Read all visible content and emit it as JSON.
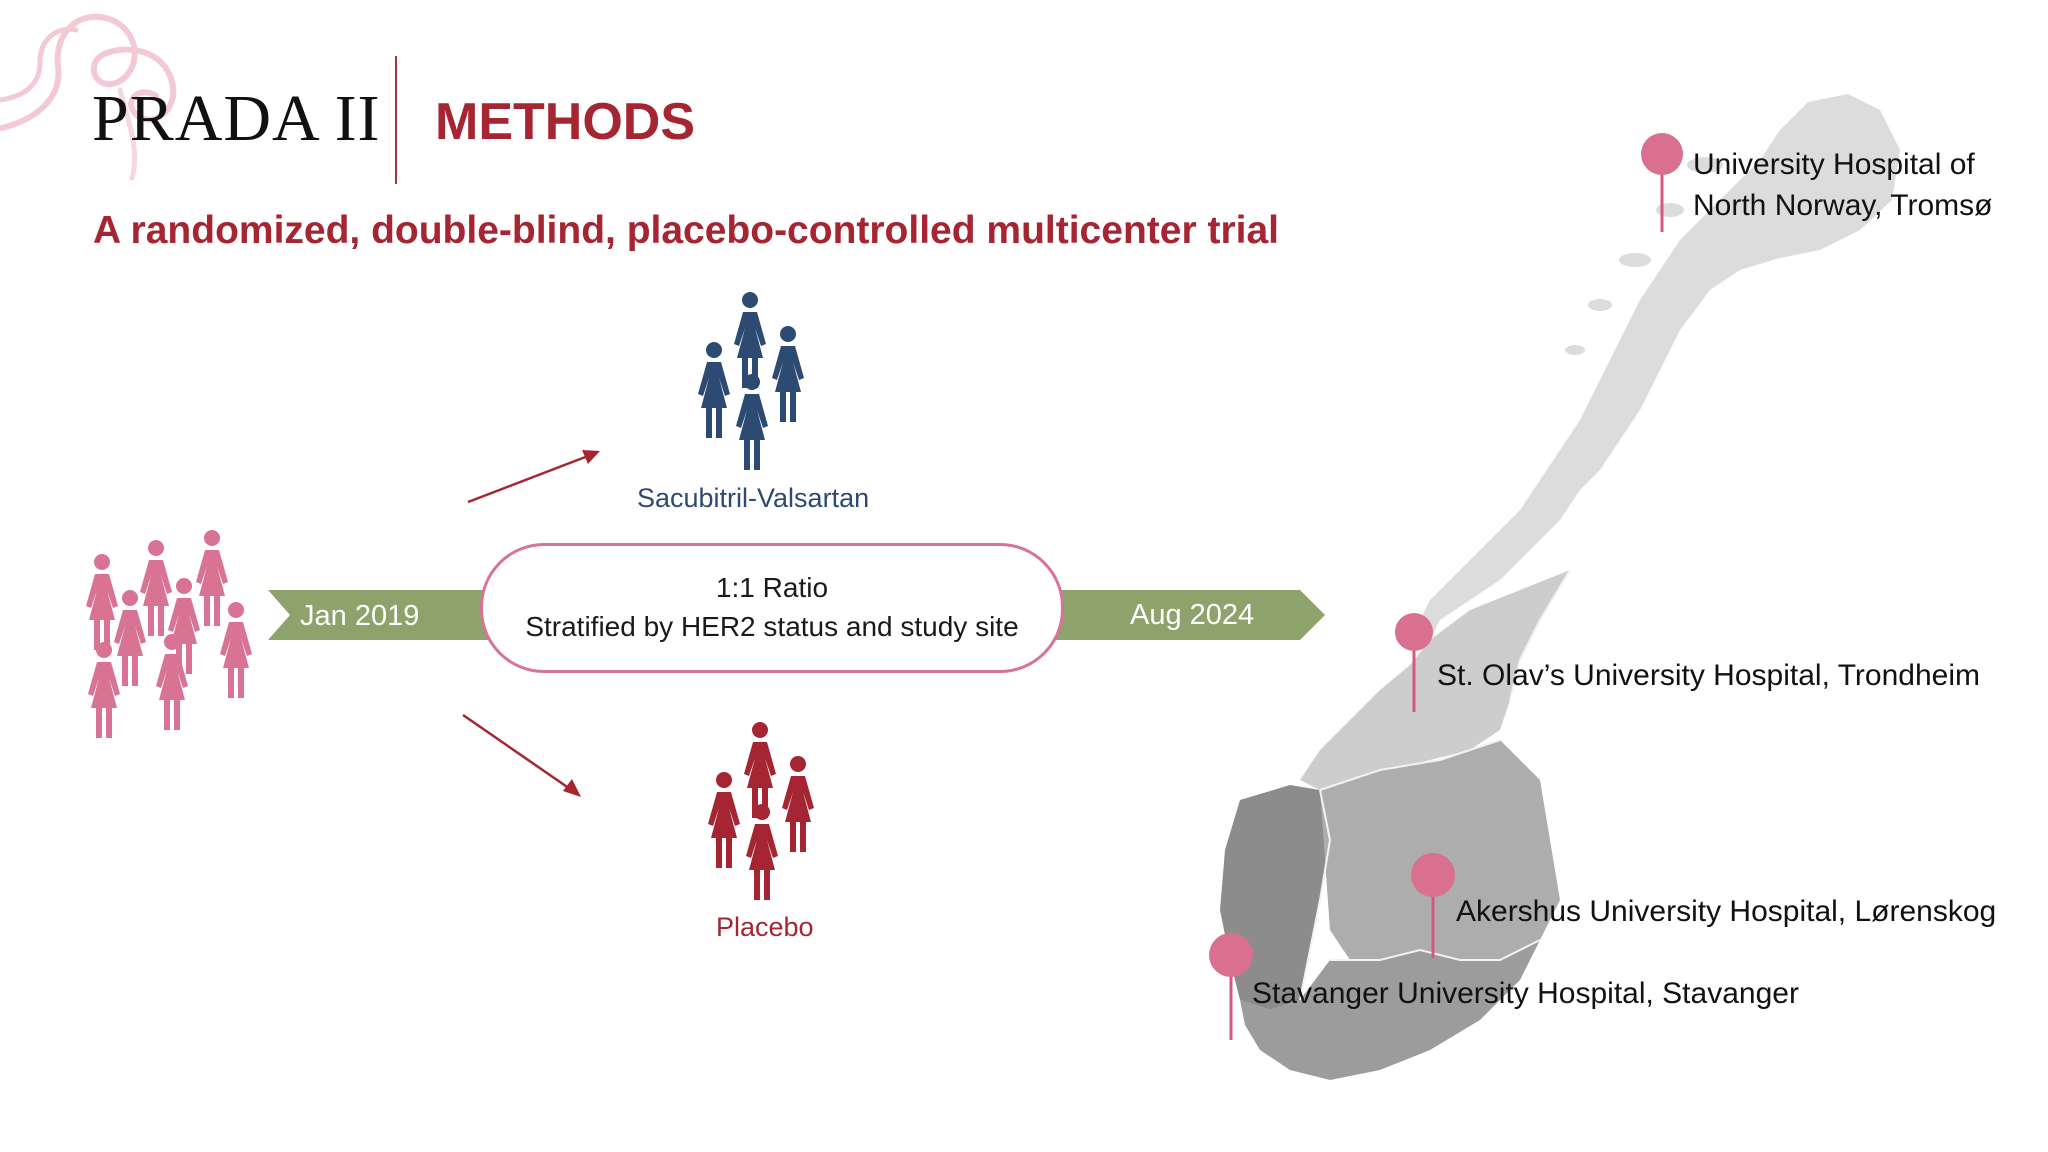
{
  "header": {
    "logo_text": "PRADA II",
    "section_title": "METHODS",
    "subtitle": "A randomized, double-blind, placebo-controlled multicenter trial"
  },
  "timeline": {
    "start_label": "Jan 2019",
    "end_label": "Aug 2024"
  },
  "randomization": {
    "ratio_label": "1:1 Ratio",
    "stratification_label": "Stratified by HER2 status and study site"
  },
  "groups": {
    "treatment_label": "Sacubitril-Valsartan",
    "placebo_label": "Placebo"
  },
  "sites": {
    "tromso_line1": "University Hospital of",
    "tromso_line2": "North Norway, Tromsø",
    "trondheim": "St. Olav’s University Hospital, Trondheim",
    "lorenskog": "Akershus University Hospital, Lørenskog",
    "stavanger": "Stavanger University Hospital, Stavanger"
  },
  "colors": {
    "brand_red": "#a52632",
    "pink": "#d97393",
    "navy": "#2d4a72",
    "green": "#8ea36b",
    "map_light": "#d9d9d9",
    "map_mid": "#b3b3b3",
    "map_dark": "#8c8c8c"
  }
}
